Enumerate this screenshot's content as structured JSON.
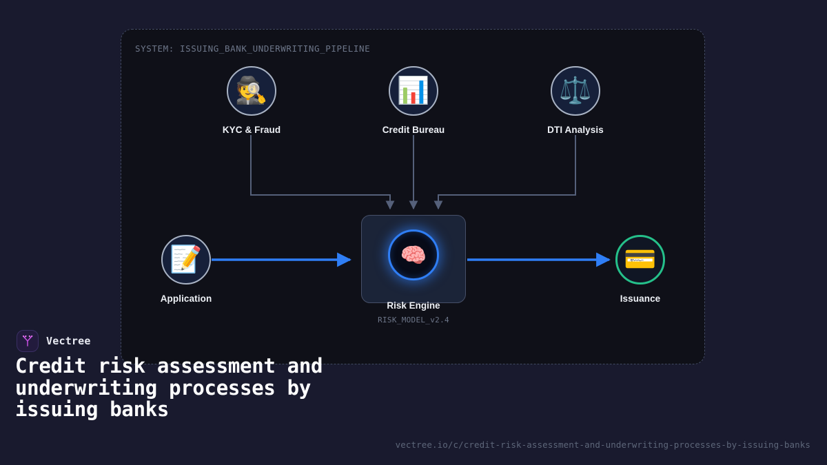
{
  "system": {
    "label": "SYSTEM: ISSUING_BANK_UNDERWRITING_PIPELINE"
  },
  "nodes": {
    "top": [
      {
        "id": "kyc-fraud",
        "label": "KYC & Fraud",
        "icon": "🕵️",
        "icon_name": "detective-icon"
      },
      {
        "id": "credit-bureau",
        "label": "Credit Bureau",
        "icon": "📊",
        "icon_name": "bar-chart-icon"
      },
      {
        "id": "dti-analysis",
        "label": "DTI Analysis",
        "icon": "⚖️",
        "icon_name": "scales-icon"
      }
    ],
    "input": {
      "id": "application",
      "label": "Application",
      "icon": "📝",
      "icon_name": "memo-pencil-icon"
    },
    "engine": {
      "id": "risk-engine",
      "label": "Risk Engine",
      "sublabel": "RISK_MODEL_v2.4",
      "icon": "🧠",
      "icon_name": "brain-icon"
    },
    "output": {
      "id": "issuance",
      "label": "Issuance",
      "icon": "💳",
      "icon_name": "credit-card-icon"
    }
  },
  "brand": {
    "name": "Vectree",
    "logo_icon_name": "vectree-logo-icon"
  },
  "headline": "Credit risk assessment and underwriting processes by issuing banks",
  "url": "vectree.io/c/credit-risk-assessment-and-underwriting-processes-by-issuing-banks",
  "colors": {
    "background": "#191a2e",
    "panel_background": "#0f1018",
    "panel_border": "#424a63",
    "accent_blue": "#2f7ef5",
    "wire_gray": "#55607a",
    "success_green": "#25c08a",
    "brand_purple": "#c44fe0",
    "text_primary": "#ffffff",
    "text_muted": "#6d7689"
  }
}
